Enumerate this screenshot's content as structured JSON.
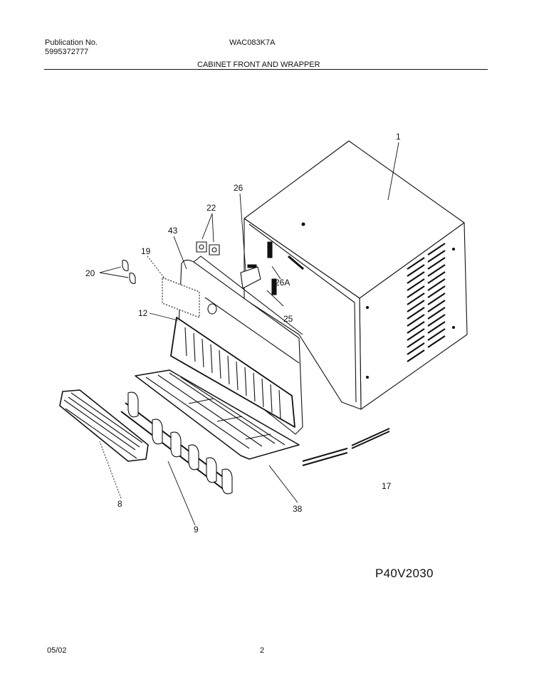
{
  "header": {
    "publication_label": "Publication No.",
    "publication_number": "5995372777",
    "model": "WAC083K7A",
    "section_title": "CABINET FRONT AND WRAPPER"
  },
  "callouts": {
    "c1": "1",
    "c26": "26",
    "c22": "22",
    "c43": "43",
    "c19": "19",
    "c20": "20",
    "c26a": "26A",
    "c25": "25",
    "c12": "12",
    "c8": "8",
    "c9": "9",
    "c38": "38",
    "c17": "17"
  },
  "drawing_code": "P40V2030",
  "footer": {
    "date": "05/02",
    "page": "2"
  }
}
